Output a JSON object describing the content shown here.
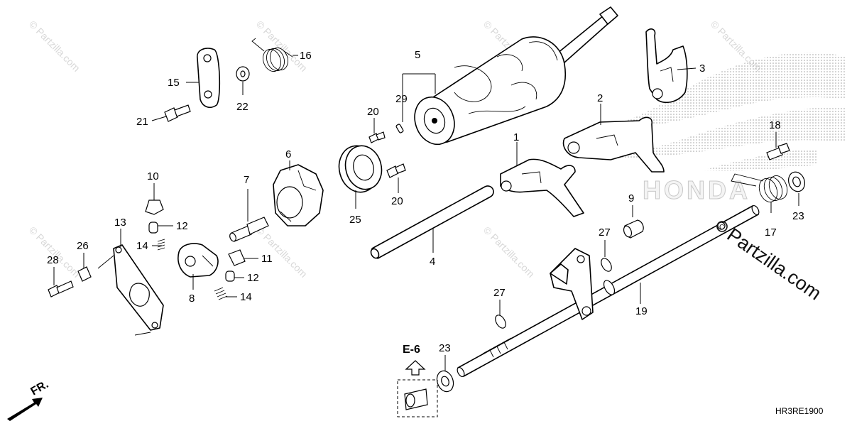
{
  "watermark_text": "© Partzilla.com",
  "brand_text": "Partzilla.com",
  "logo_text": "HONDA",
  "diagram_code": "HR3RE1900",
  "reference": "E-6",
  "direction_label": "FR.",
  "part_numbers": {
    "p1": "1",
    "p2": "2",
    "p3": "3",
    "p4": "4",
    "p5": "5",
    "p6": "6",
    "p7": "7",
    "p8": "8",
    "p9": "9",
    "p10": "10",
    "p11": "11",
    "p12a": "12",
    "p12b": "12",
    "p13": "13",
    "p14a": "14",
    "p14b": "14",
    "p15": "15",
    "p16": "16",
    "p17": "17",
    "p18": "18",
    "p19": "19",
    "p20a": "20",
    "p20b": "20",
    "p21": "21",
    "p22": "22",
    "p23a": "23",
    "p23b": "23",
    "p25": "25",
    "p26": "26",
    "p27a": "27",
    "p27b": "27",
    "p28": "28",
    "p29": "29"
  },
  "colors": {
    "line": "#000000",
    "watermark": "#d8d8d8",
    "logo_dots": "#9a9a9a"
  }
}
